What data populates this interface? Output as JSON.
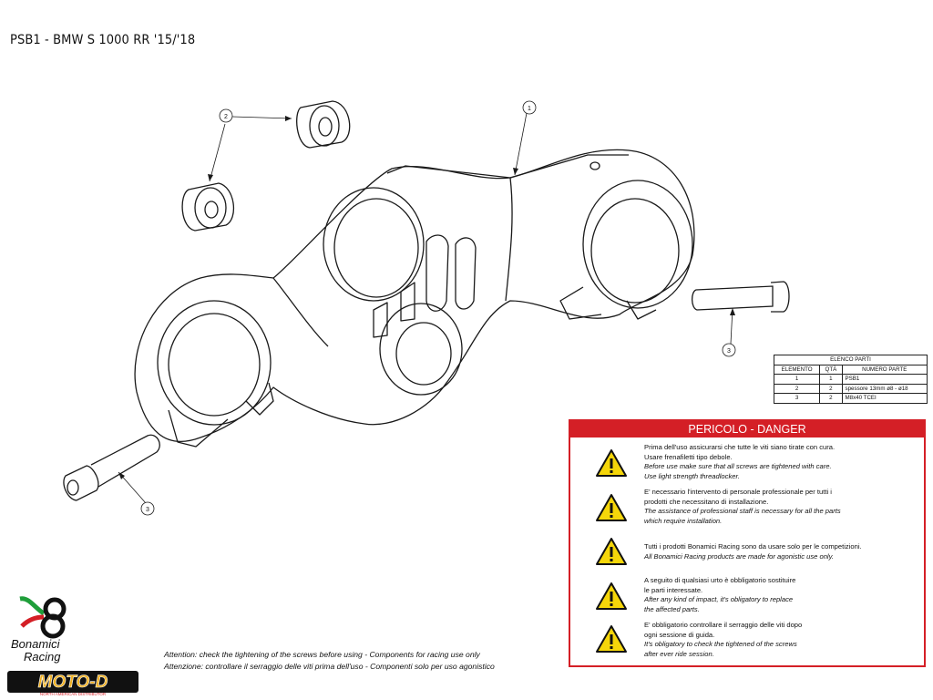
{
  "title": "PSB1 - BMW S 1000 RR '15/'18",
  "callouts": [
    "1",
    "2",
    "3",
    "3"
  ],
  "parts_table": {
    "caption": "ELENCO PARTI",
    "headers": [
      "ELEMENTO",
      "QTÀ",
      "NUMERO PARTE"
    ],
    "rows": [
      [
        "1",
        "1",
        "PSB1"
      ],
      [
        "2",
        "2",
        "spessore 13mm ø8 - ø18"
      ],
      [
        "3",
        "2",
        "M8x40 TCEI"
      ]
    ]
  },
  "danger": {
    "header": "PERICOLO - DANGER",
    "color": "#d41f26",
    "warnings": [
      {
        "it": [
          "Prima dell'uso assicurarsi che tutte le viti siano tirate con cura.",
          "Usare frenafiletti tipo debole."
        ],
        "en": [
          "Before use make sure that all screws are tightened with care.",
          "Use light strength threadlocker."
        ]
      },
      {
        "it": [
          "E' necessario l'intervento di personale professionale per tutti i",
          "prodotti che necessitano di installazione."
        ],
        "en": [
          "The assistance of professional staff is necessary for all the parts",
          "which require installation."
        ]
      },
      {
        "it": [
          "Tutti i prodotti Bonamici Racing sono da usare solo per le competizioni."
        ],
        "en": [
          "All Bonamici Racing products are made for agonistic use only."
        ]
      },
      {
        "it": [
          "A seguito di qualsiasi urto è obbligatorio sostituire",
          "le parti interessate."
        ],
        "en": [
          "After any kind of impact, it's obligatory to replace",
          "the affected parts."
        ]
      },
      {
        "it": [
          "E' obbligatorio controllare il serraggio delle viti dopo",
          "ogni sessione di guida."
        ],
        "en": [
          "It's obligatory to check the tightened of the screws",
          "after ever ride session."
        ]
      }
    ]
  },
  "attention": {
    "en": "Attention: check the tightening of the screws before using - Components for racing use only",
    "it": "Attenzione: controllare il serraggio delle viti prima dell'uso - Componenti solo per uso agonistico"
  },
  "brand": {
    "line1": "Bonamici",
    "line2": "Racing",
    "logo_text": "MOTO-D",
    "logo_sub": "NORTH AMERICAN DISTRIBUTOR"
  },
  "icons": [
    "warning-icon",
    "bonamici-logo",
    "moto-d-logo"
  ]
}
